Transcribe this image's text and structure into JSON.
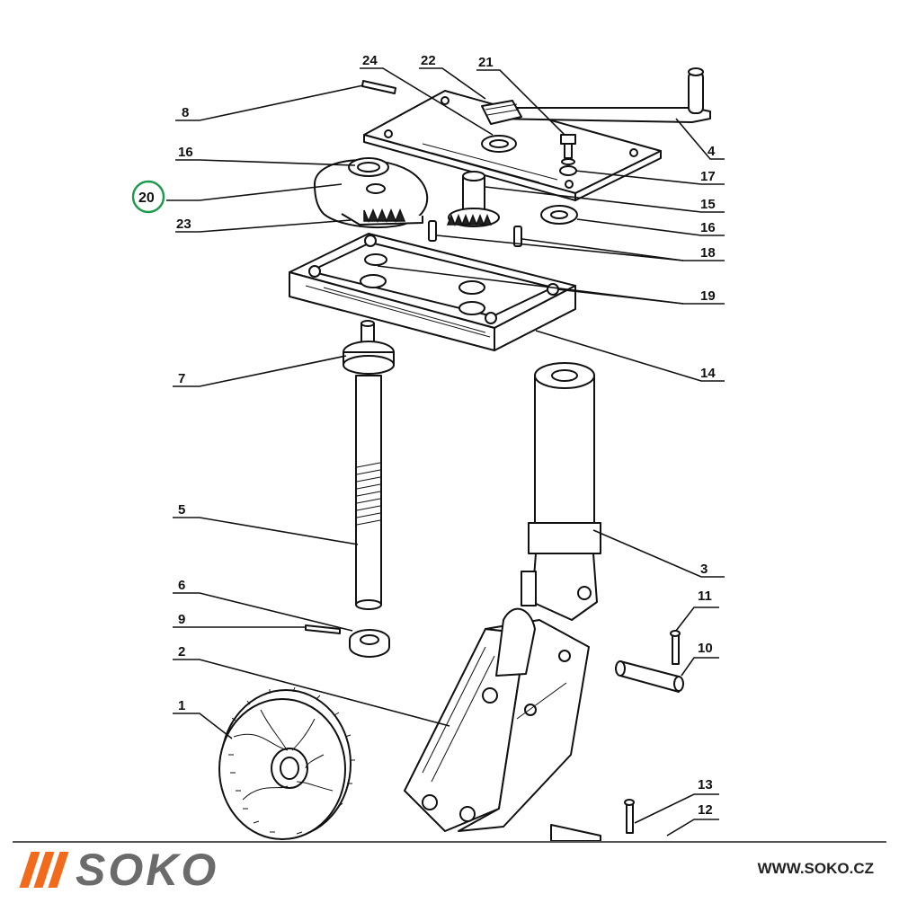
{
  "brand": {
    "name": "SOKO",
    "url": "WWW.SOKO.CZ",
    "accent_color": "#f26a1b",
    "text_color": "#6b6b6b"
  },
  "highlight": {
    "label": "20",
    "color": "#1a9a4a"
  },
  "callouts": [
    "24",
    "22",
    "21",
    "8",
    "16",
    "4",
    "17",
    "23",
    "15",
    "16",
    "18",
    "19",
    "7",
    "14",
    "5",
    "3",
    "6",
    "11",
    "9",
    "10",
    "2",
    "1",
    "13",
    "12"
  ]
}
